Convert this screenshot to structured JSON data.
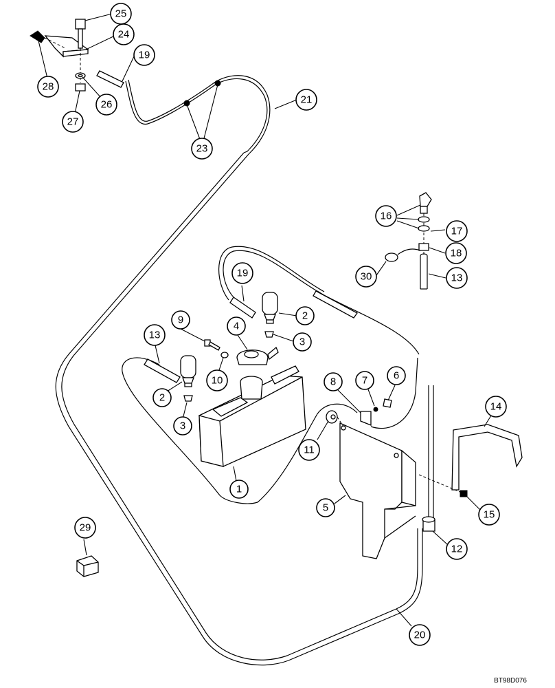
{
  "diagram": {
    "drawing_code": "BT98D076",
    "callouts": [
      {
        "id": "c25",
        "label": "25"
      },
      {
        "id": "c24",
        "label": "24"
      },
      {
        "id": "c19a",
        "label": "19"
      },
      {
        "id": "c28",
        "label": "28"
      },
      {
        "id": "c26",
        "label": "26"
      },
      {
        "id": "c27",
        "label": "27"
      },
      {
        "id": "c21",
        "label": "21"
      },
      {
        "id": "c23",
        "label": "23"
      },
      {
        "id": "c16",
        "label": "16"
      },
      {
        "id": "c17",
        "label": "17"
      },
      {
        "id": "c18",
        "label": "18"
      },
      {
        "id": "c30",
        "label": "30"
      },
      {
        "id": "c13a",
        "label": "13"
      },
      {
        "id": "c19b",
        "label": "19"
      },
      {
        "id": "c2a",
        "label": "2"
      },
      {
        "id": "c9",
        "label": "9"
      },
      {
        "id": "c4",
        "label": "4"
      },
      {
        "id": "c3a",
        "label": "3"
      },
      {
        "id": "c13b",
        "label": "13"
      },
      {
        "id": "c10",
        "label": "10"
      },
      {
        "id": "c2b",
        "label": "2"
      },
      {
        "id": "c3b",
        "label": "3"
      },
      {
        "id": "c8",
        "label": "8"
      },
      {
        "id": "c7",
        "label": "7"
      },
      {
        "id": "c6",
        "label": "6"
      },
      {
        "id": "c14",
        "label": "14"
      },
      {
        "id": "c11",
        "label": "11"
      },
      {
        "id": "c1",
        "label": "1"
      },
      {
        "id": "c5",
        "label": "5"
      },
      {
        "id": "c15",
        "label": "15"
      },
      {
        "id": "c12",
        "label": "12"
      },
      {
        "id": "c29",
        "label": "29"
      },
      {
        "id": "c20",
        "label": "20"
      }
    ]
  }
}
